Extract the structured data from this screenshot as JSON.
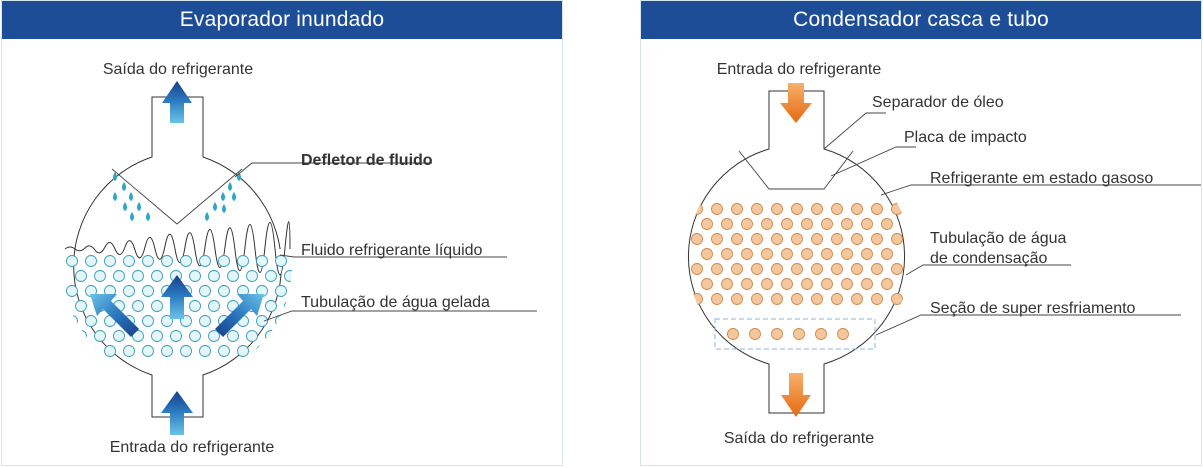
{
  "evaporator": {
    "title": "Evaporador inundado",
    "outlet_label": "Saída do refrigerante",
    "inlet_label": "Entrada do refrigerante",
    "deflector_label": "Defletor de fluido",
    "liquid_label": "Fluido refrigerante líquido",
    "tubes_label": "Tubulação de água gelada",
    "accent_color": "#1e5fa8",
    "droplet_color": "#2aa7c9",
    "tube_color": "#e3f6f9"
  },
  "condenser": {
    "title": "Condensador casca e tubo",
    "inlet_label": "Entrada do refrigerante",
    "outlet_label": "Saída do refrigerante",
    "oil_separator_label": "Separador de óleo",
    "impact_plate_label": "Placa de impacto",
    "gas_label": "Refrigerante em estado gasoso",
    "water_tubes_label_line1": "Tubulação de água",
    "water_tubes_label_line2": "de condensação",
    "subcooling_label": "Seção de super resfriamento",
    "arrow_color": "#ef7d1a",
    "tube_color": "#f5c79e"
  },
  "header_color": "#1e4d97"
}
